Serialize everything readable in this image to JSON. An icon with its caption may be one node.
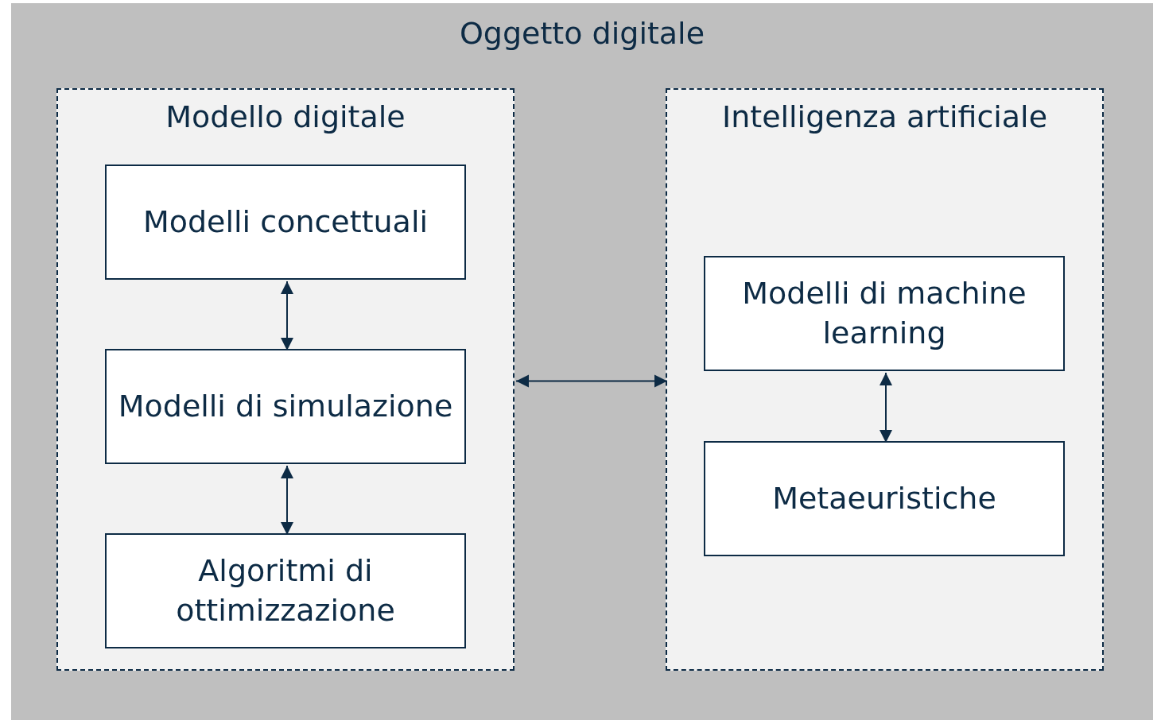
{
  "diagram": {
    "nodes": [
      {
        "text": [
          "Oggetto digitale"
        ]
      },
      {
        "text": [
          "Modello digitale"
        ],
        "in": 0
      },
      {
        "text": [
          "Modelli concettuali"
        ],
        "in": 1
      },
      {
        "text": [
          "Modelli di simulazione"
        ],
        "in": 1
      },
      {
        "text": [
          "Algoritmi di ottimizzazione"
        ],
        "in": 1
      },
      {
        "text": [
          "Intelligenza artificiale"
        ],
        "in": 0
      },
      {
        "text": [
          "Modelli di machine learning"
        ],
        "in": 5
      },
      {
        "text": [
          "Metaeuristiche"
        ],
        "in": 5
      }
    ],
    "edges": [
      {
        "from": 2,
        "to": 3,
        "arrow": "both"
      },
      {
        "from": 3,
        "to": 4,
        "arrow": "both"
      },
      {
        "from": 1,
        "to": 5,
        "arrow": "both"
      },
      {
        "from": 6,
        "to": 7,
        "arrow": "both"
      }
    ]
  }
}
